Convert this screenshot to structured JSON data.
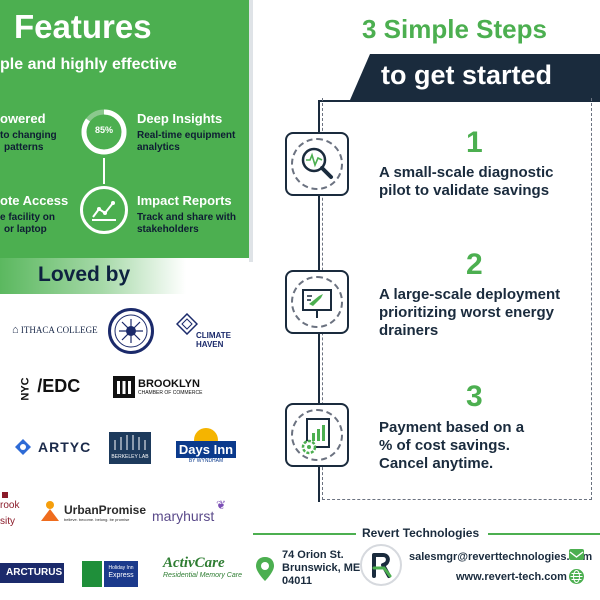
{
  "features": {
    "title": "Features",
    "subtitle": "ple and highly effective",
    "items": [
      {
        "title": "owered",
        "desc": [
          "to changing",
          "patterns"
        ]
      },
      {
        "title": "Deep Insights",
        "desc": [
          "Real-time equipment",
          "analytics"
        ],
        "badge": "85%"
      },
      {
        "title": "ote Access",
        "desc": [
          "e facility on",
          "or laptop"
        ]
      },
      {
        "title": "Impact Reports",
        "desc": [
          "Track and share with",
          "stakeholders"
        ]
      }
    ]
  },
  "loved_by": {
    "title": "Loved by",
    "logos": {
      "ithaca": "ITHACA COLLEGE",
      "climate_1": "CLIMATE",
      "climate_2": "HAVEN",
      "nyc": "NYC",
      "edc": "/EDC",
      "brooklyn_1": "BROOKLYN",
      "brooklyn_2": "CHAMBER OF COMMERCE",
      "artyc": "ARTYC",
      "berkeley": "BERKELEY LAB",
      "days_inn_1": "Days Inn",
      "days_inn_2": "BY WYNDHAM",
      "rook_1": "rook",
      "rook_2": "sity",
      "urban_1": "UrbanPromise",
      "urban_2": "believe. become. belong. be promise",
      "maryhurst": "maryhurst",
      "arcturus": "ARCTURUS",
      "holiday_1": "Holiday Inn",
      "holiday_2": "Express",
      "activcare_1": "ActivCare",
      "activcare_2": "Residential Memory Care"
    }
  },
  "steps": {
    "title": "3 Simple Steps",
    "banner": "to get started",
    "items": [
      {
        "number": "1",
        "lines": [
          "A small-scale diagnostic",
          "pilot to validate savings"
        ]
      },
      {
        "number": "2",
        "lines": [
          "A large-scale deployment",
          "prioritizing worst energy",
          "drainers"
        ]
      },
      {
        "number": "3",
        "lines": [
          "Payment based on a",
          "% of cost savings.",
          "Cancel anytime."
        ]
      }
    ]
  },
  "footer": {
    "company": "Revert Technologies",
    "address": [
      "74 Orion St.",
      "Brunswick, ME",
      "04011"
    ],
    "email": "salesmgr@reverttechnologies.com",
    "website": "www.revert-tech.com"
  },
  "colors": {
    "green": "#4caf50",
    "navy": "#1a2b3d"
  }
}
